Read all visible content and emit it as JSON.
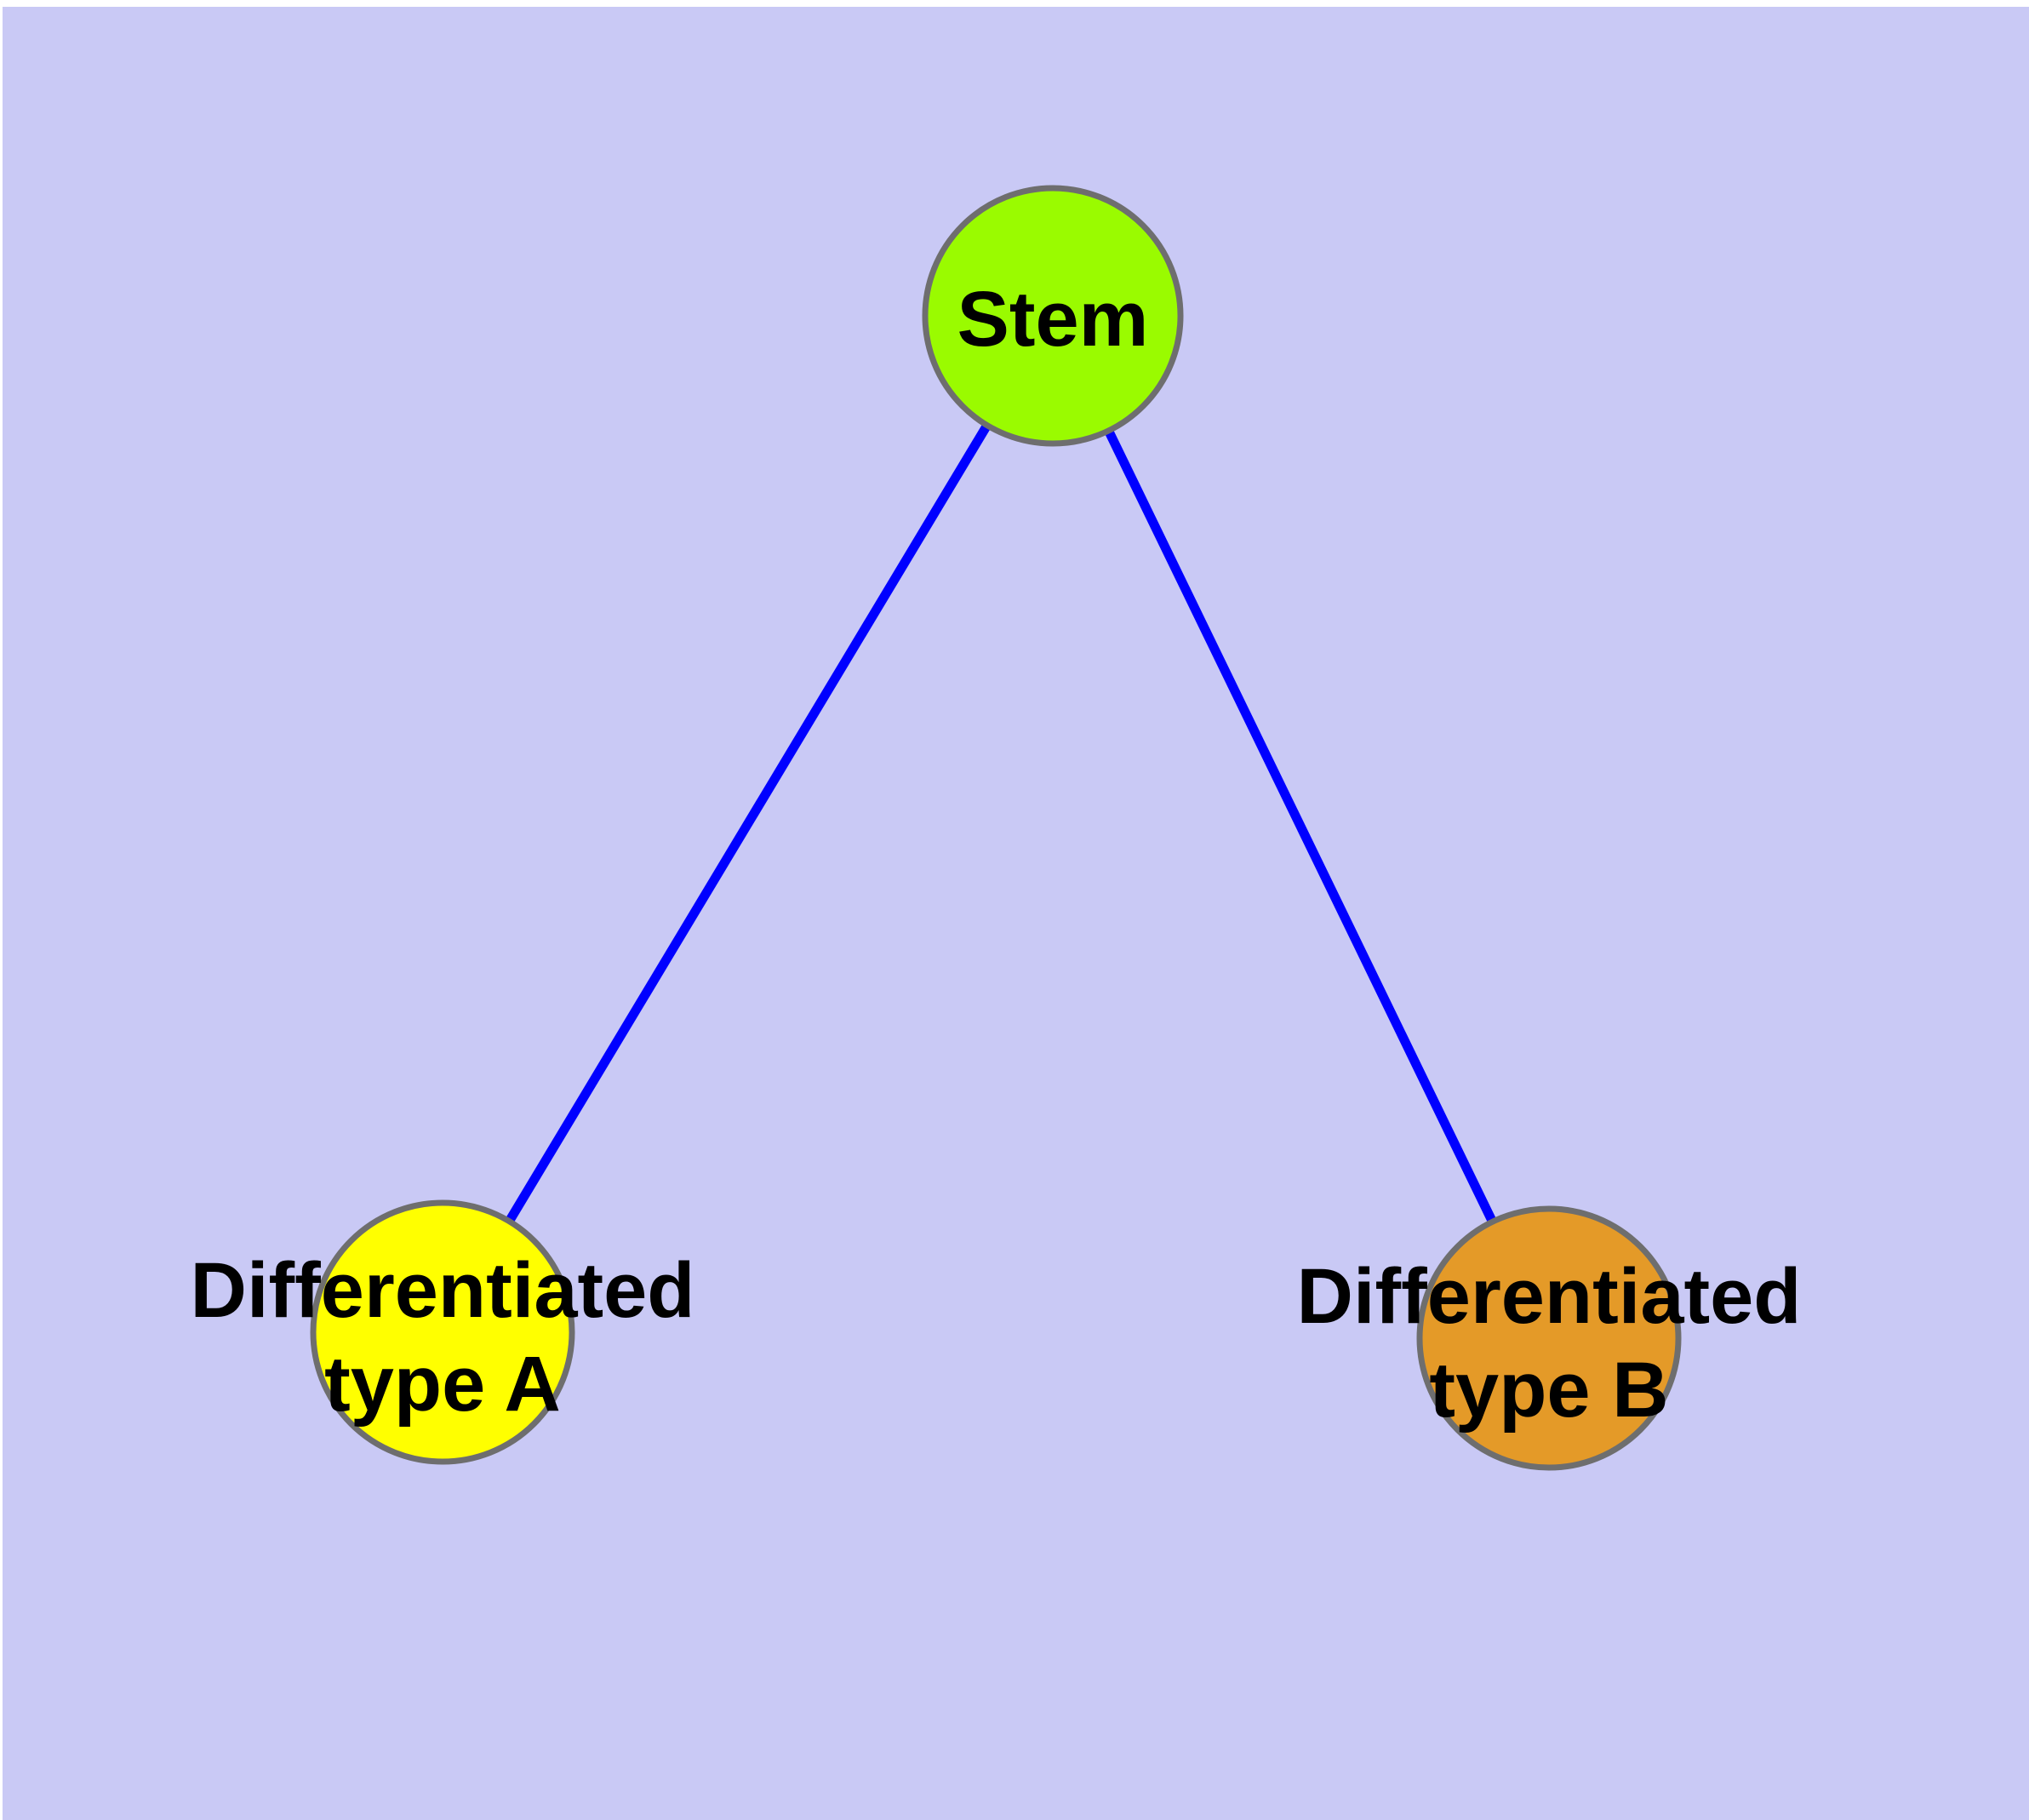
{
  "diagram": {
    "type": "graph",
    "background_color": "#C9C9F5",
    "page_margin_color": "#FFFFFF",
    "label_color": "#000000",
    "node_border_color": "#6E6E6E",
    "edge_style": {
      "color": "#0000FF"
    },
    "nodes": [
      {
        "id": "stem",
        "label": "Stem",
        "line1": "Stem",
        "color": "#9AFB00"
      },
      {
        "id": "differentiated-type-a",
        "label": "Differentiated type A",
        "line1": "Differentiated",
        "line2": "type A",
        "color": "#FFFF00"
      },
      {
        "id": "differentiated-type-b",
        "label": "Differentiated type B",
        "line1": "Differentiated",
        "line2": "type B",
        "color": "#E49A28"
      }
    ],
    "edges": [
      {
        "from": "Stem",
        "to": "Differentiated type A"
      },
      {
        "from": "Stem",
        "to": "Differentiated type B"
      }
    ]
  }
}
